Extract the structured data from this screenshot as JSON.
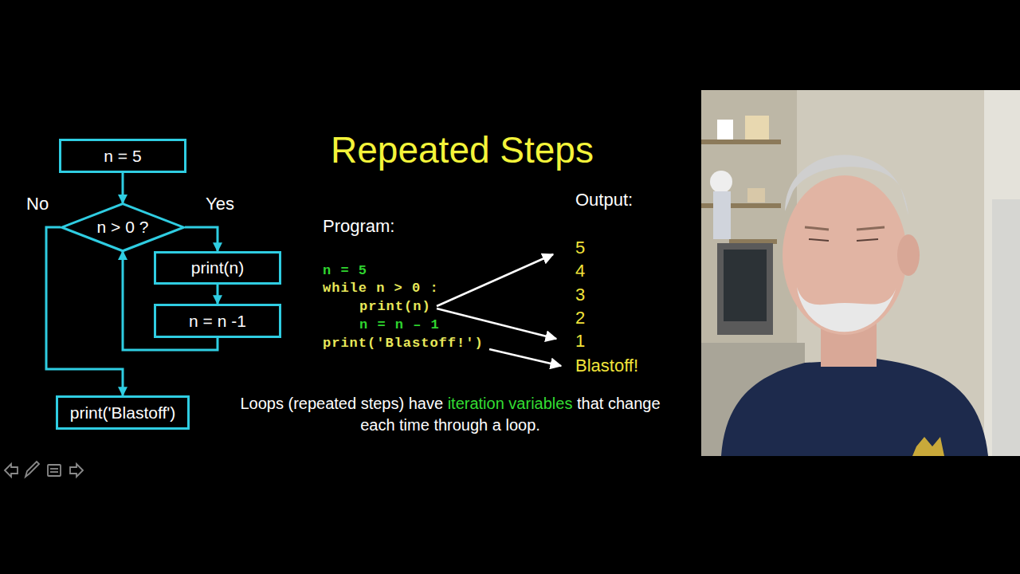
{
  "diagram": {
    "title": "Repeated Steps",
    "nodes": [
      {
        "text": [
          "n = 5"
        ]
      },
      {
        "text": [
          "n > 0 ?"
        ]
      },
      {
        "text": [
          "print(n)"
        ]
      },
      {
        "text": [
          "n = n -1"
        ]
      },
      {
        "text": [
          "print('Blastoff')"
        ]
      }
    ],
    "edges": [
      {
        "from": 0,
        "to": 1,
        "arrow": "to"
      },
      {
        "from": 1,
        "to": 2,
        "label": "Yes",
        "arrow": "to"
      },
      {
        "from": 2,
        "to": 3,
        "arrow": "to"
      },
      {
        "from": 3,
        "to": 1,
        "arrow": "to"
      },
      {
        "from": 1,
        "to": 4,
        "label": "No",
        "arrow": "to"
      }
    ],
    "labels": [
      "Program:",
      "n = 5",
      "while n > 0 :",
      "print(n)",
      "n = n – 1",
      "print('Blastoff!')",
      "Output:",
      "5",
      "4",
      "3",
      "2",
      "1",
      "Blastoff!",
      "Loops (repeated steps) have",
      "iteration variables",
      "that change each time through a loop."
    ]
  }
}
